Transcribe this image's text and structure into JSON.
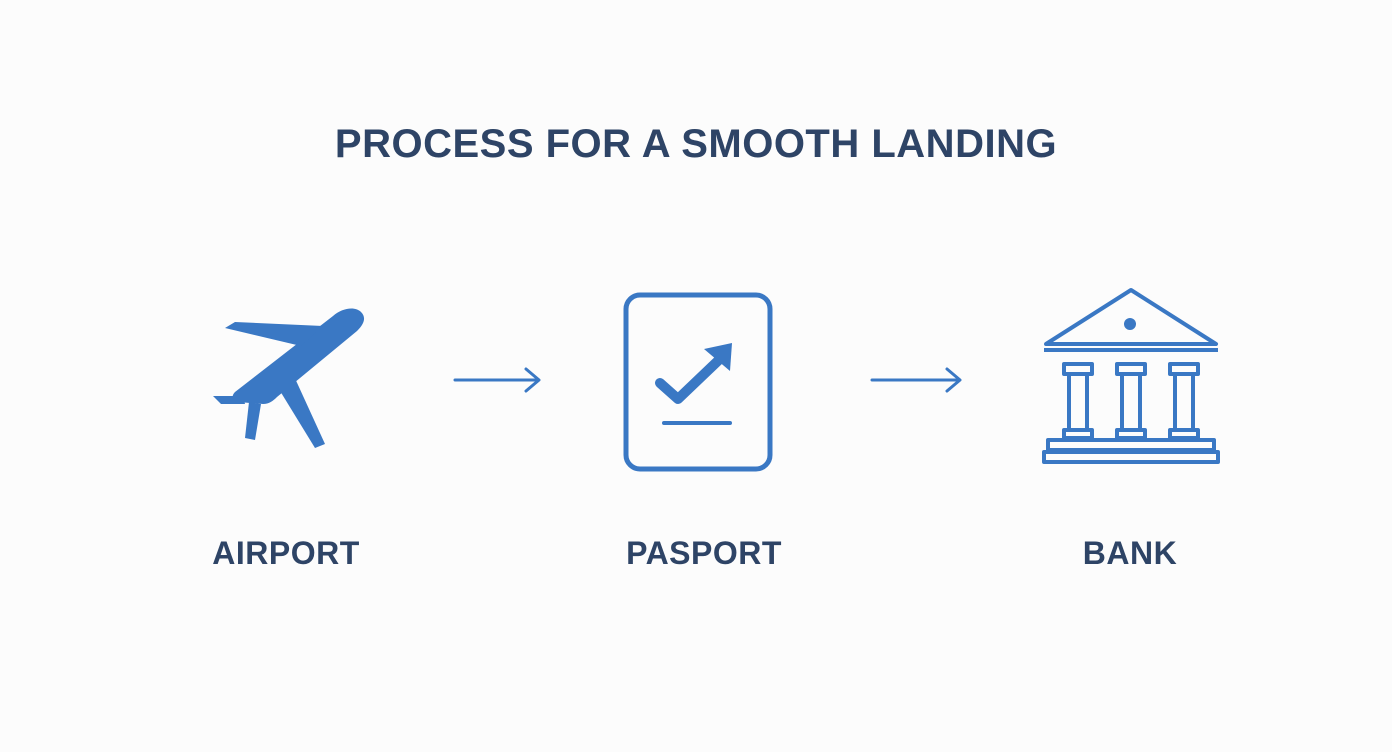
{
  "title": "PROCESS FOR A SMOOTH LANDING",
  "steps": [
    {
      "label": "AIRPORT",
      "icon": "airplane-icon"
    },
    {
      "label": "PASPORT",
      "icon": "passport-check-icon"
    },
    {
      "label": "BANK",
      "icon": "bank-icon"
    }
  ],
  "arrows": [
    "arrow-right-icon",
    "arrow-right-icon"
  ],
  "colors": {
    "accent": "#3a78c4",
    "text": "#2e4466",
    "background": "#fcfcfc"
  }
}
